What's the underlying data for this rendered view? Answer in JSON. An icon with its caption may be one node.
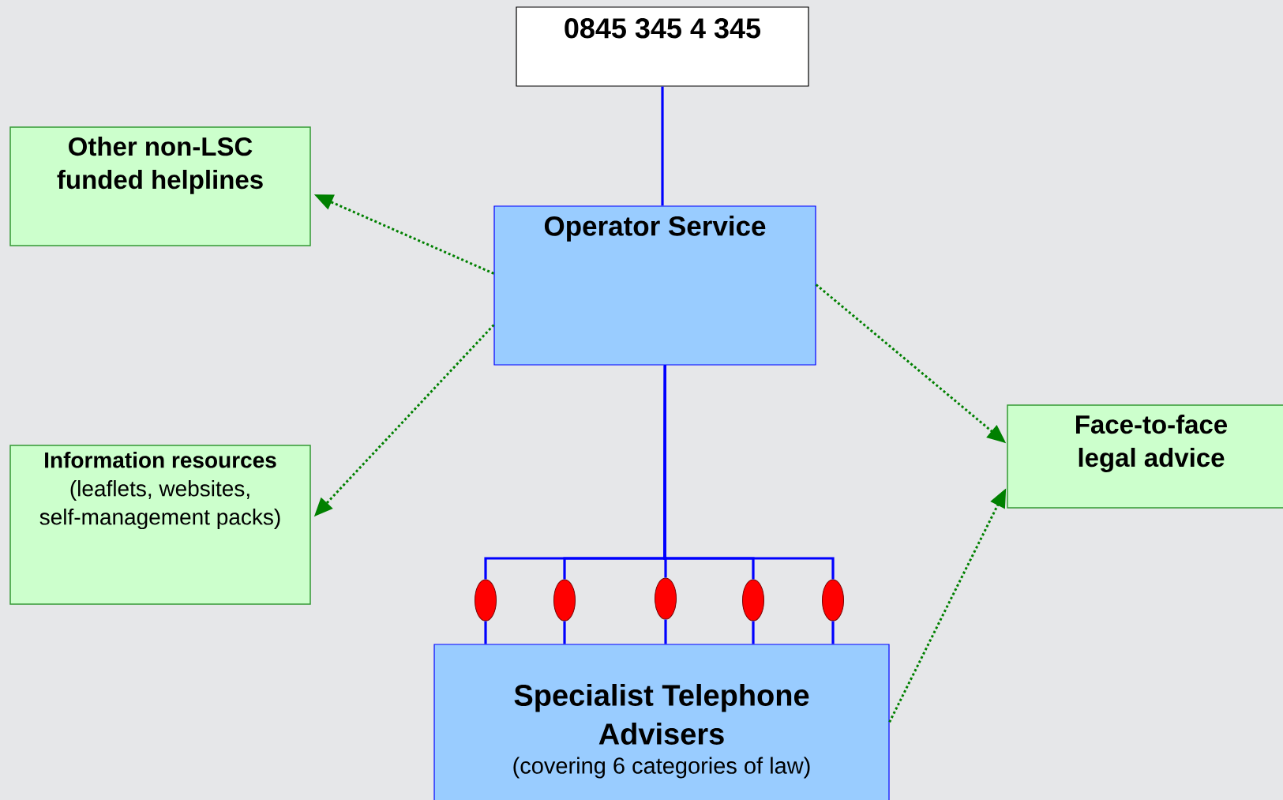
{
  "diagram": {
    "nodes": [
      {
        "text": [
          "0845 345 4 345"
        ]
      },
      {
        "text": [
          "Other non-LSC funded helplines"
        ]
      },
      {
        "text": [
          "Operator Service"
        ]
      },
      {
        "text": [
          "**Information resources** (leaflets, websites, self-management packs)"
        ]
      },
      {
        "text": [
          "Face-to-face legal advice"
        ]
      },
      {
        "text": [
          "Specialist Telephone Advisers",
          "(covering 6 categories of law)"
        ]
      },
      {
        "text": [],
        "shape": "ellipse"
      },
      {
        "text": [],
        "shape": "ellipse"
      },
      {
        "text": [],
        "shape": "ellipse"
      },
      {
        "text": [],
        "shape": "ellipse"
      },
      {
        "text": [],
        "shape": "ellipse"
      }
    ],
    "edges": [
      {
        "from": 0,
        "to": 2,
        "arrow": "none"
      },
      {
        "from": 2,
        "to": 1,
        "arrow": "to",
        "style": "dashed",
        "color": "#008000"
      },
      {
        "from": 2,
        "to": 3,
        "arrow": "to",
        "style": "dashed",
        "color": "#008000"
      },
      {
        "from": 2,
        "to": 4,
        "arrow": "to",
        "style": "dashed",
        "color": "#008000"
      },
      {
        "from": 2,
        "to": 6,
        "arrow": "none"
      },
      {
        "from": 2,
        "to": 7,
        "arrow": "none"
      },
      {
        "from": 2,
        "to": 8,
        "arrow": "none"
      },
      {
        "from": 2,
        "to": 9,
        "arrow": "none"
      },
      {
        "from": 2,
        "to": 10,
        "arrow": "none"
      },
      {
        "from": 6,
        "to": 5,
        "arrow": "none"
      },
      {
        "from": 7,
        "to": 5,
        "arrow": "none"
      },
      {
        "from": 8,
        "to": 5,
        "arrow": "none"
      },
      {
        "from": 9,
        "to": 5,
        "arrow": "none"
      },
      {
        "from": 10,
        "to": 5,
        "arrow": "none"
      },
      {
        "from": 5,
        "to": 4,
        "arrow": "to",
        "style": "dashed",
        "color": "#008000"
      }
    ]
  }
}
